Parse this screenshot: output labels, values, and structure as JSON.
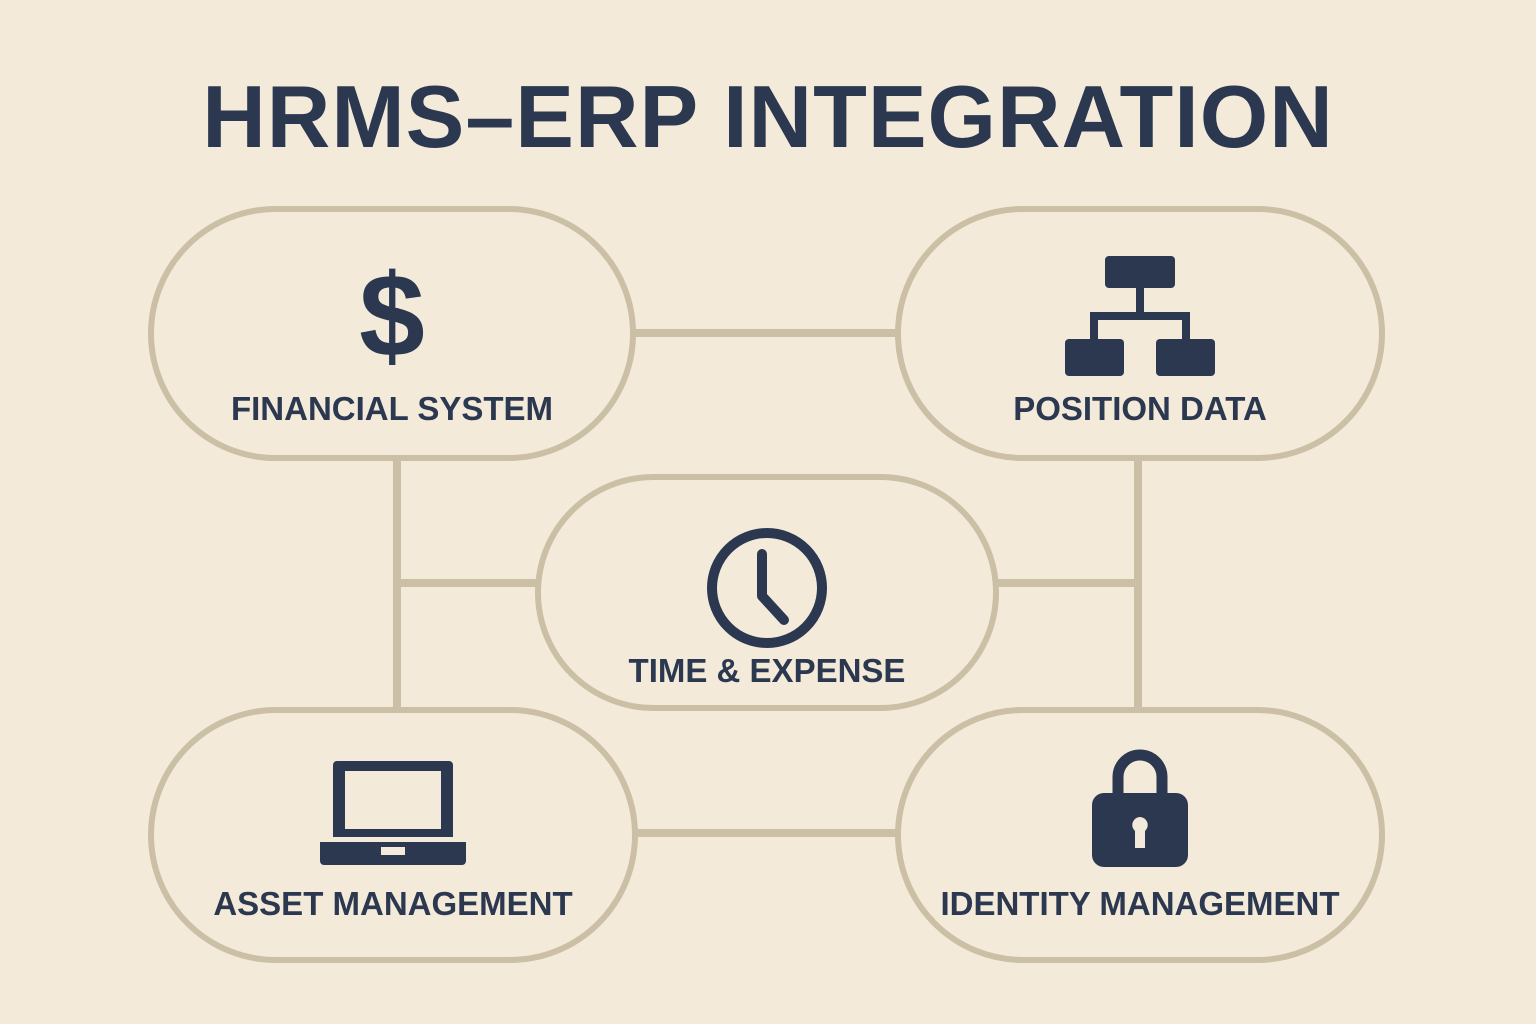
{
  "title": "HRMS–ERP INTEGRATION",
  "colors": {
    "background": "#f3eada",
    "stroke": "#cbbfa5",
    "ink": "#2b3850"
  },
  "nodes": [
    {
      "id": "financial-system",
      "label": "FINANCIAL SYSTEM",
      "icon": "dollar-icon"
    },
    {
      "id": "position-data",
      "label": "POSITION DATA",
      "icon": "org-chart-icon"
    },
    {
      "id": "time-expense",
      "label": "TIME & EXPENSE",
      "icon": "clock-icon"
    },
    {
      "id": "asset-management",
      "label": "ASSET MANAGEMENT",
      "icon": "laptop-icon"
    },
    {
      "id": "identity-management",
      "label": "IDENTITY MANAGEMENT",
      "icon": "padlock-icon"
    }
  ],
  "connections": [
    [
      "financial-system",
      "position-data"
    ],
    [
      "financial-system",
      "asset-management"
    ],
    [
      "financial-system",
      "time-expense"
    ],
    [
      "position-data",
      "identity-management"
    ],
    [
      "position-data",
      "time-expense"
    ],
    [
      "asset-management",
      "identity-management"
    ]
  ]
}
